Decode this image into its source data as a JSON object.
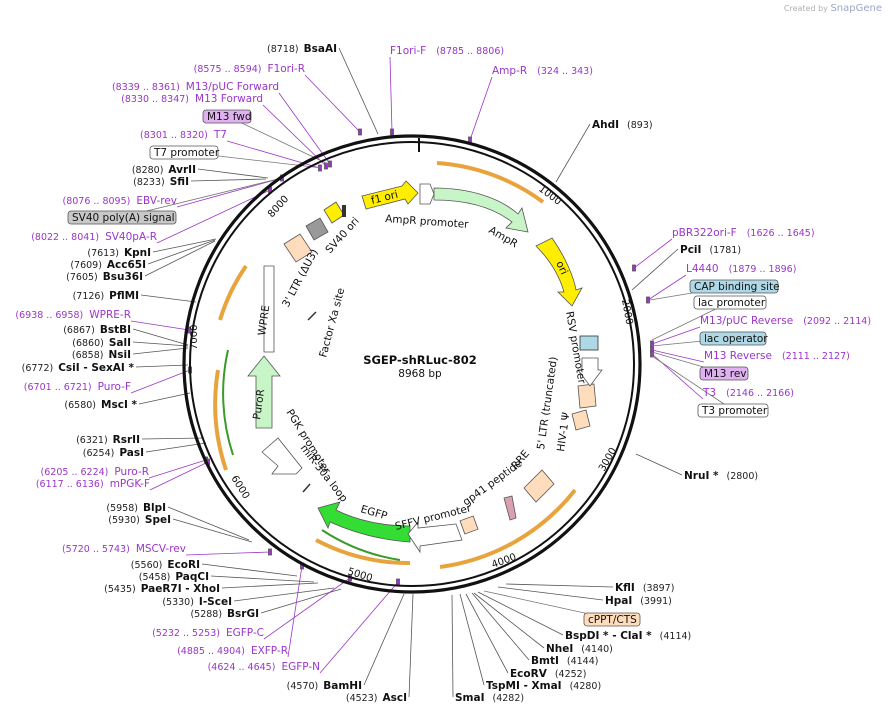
{
  "watermark": {
    "prefix": "Created by",
    "brand": "SnapGene"
  },
  "map": {
    "name": "SGEP-shRLuc-802",
    "length": "8968 bp"
  },
  "ticks": [
    "1000",
    "2000",
    "3000",
    "4000",
    "5000",
    "6000",
    "7000",
    "8000"
  ],
  "enzymes": [
    {
      "pos": "(8718)",
      "name": "BsaAI"
    },
    {
      "pos": "(893)",
      "name": "AhdI"
    },
    {
      "pos": "(1781)",
      "name": "PciI"
    },
    {
      "pos": "(2800)",
      "name": "NruI *"
    },
    {
      "pos": "(3897)",
      "name": "KflI"
    },
    {
      "pos": "(3991)",
      "name": "HpaI"
    },
    {
      "pos": "(4114)",
      "name": "BspDI * - ClaI *"
    },
    {
      "pos": "(4140)",
      "name": "NheI"
    },
    {
      "pos": "(4144)",
      "name": "BmtI"
    },
    {
      "pos": "(4252)",
      "name": "EcoRV"
    },
    {
      "pos": "(4280)",
      "name": "TspMI - XmaI"
    },
    {
      "pos": "(4282)",
      "name": "SmaI"
    },
    {
      "pos": "(4523)",
      "name": "AscI"
    },
    {
      "pos": "(4570)",
      "name": "BamHI"
    },
    {
      "pos": "(5288)",
      "name": "BsrGI"
    },
    {
      "pos": "(5330)",
      "name": "I-SceI"
    },
    {
      "pos": "(5435)",
      "name": "PaeR7I - XhoI"
    },
    {
      "pos": "(5458)",
      "name": "PaqCI"
    },
    {
      "pos": "(5560)",
      "name": "EcoRI"
    },
    {
      "pos": "(5930)",
      "name": "SpeI"
    },
    {
      "pos": "(5958)",
      "name": "BlpI"
    },
    {
      "pos": "(6254)",
      "name": "PasI"
    },
    {
      "pos": "(6321)",
      "name": "RsrII"
    },
    {
      "pos": "(6580)",
      "name": "MscI *"
    },
    {
      "pos": "(6772)",
      "name": "CsiI - SexAI *"
    },
    {
      "pos": "(6858)",
      "name": "NsiI"
    },
    {
      "pos": "(6860)",
      "name": "SalI"
    },
    {
      "pos": "(6867)",
      "name": "BstBI"
    },
    {
      "pos": "(7126)",
      "name": "PflMI"
    },
    {
      "pos": "(7605)",
      "name": "Bsu36I"
    },
    {
      "pos": "(7609)",
      "name": "Acc65I"
    },
    {
      "pos": "(7613)",
      "name": "KpnI"
    },
    {
      "pos": "(8233)",
      "name": "SfiI"
    },
    {
      "pos": "(8280)",
      "name": "AvrII"
    }
  ],
  "primers": [
    {
      "name": "F1ori-F",
      "range": "(8785 .. 8806)"
    },
    {
      "name": "Amp-R",
      "range": "(324 .. 343)"
    },
    {
      "name": "F1ori-R",
      "range": "(8575 .. 8594)"
    },
    {
      "name": "M13/pUC Forward",
      "range": "(8339 .. 8361)"
    },
    {
      "name": "M13 Forward",
      "range": "(8330 .. 8347)"
    },
    {
      "name": "T7",
      "range": "(8301 .. 8320)"
    },
    {
      "name": "EBV-rev",
      "range": "(8076 .. 8095)"
    },
    {
      "name": "SV40pA-R",
      "range": "(8022 .. 8041)"
    },
    {
      "name": "pBR322ori-F",
      "range": "(1626 .. 1645)"
    },
    {
      "name": "L4440",
      "range": "(1879 .. 1896)"
    },
    {
      "name": "M13/pUC Reverse",
      "range": "(2092 .. 2114)"
    },
    {
      "name": "M13 Reverse",
      "range": "(2111 .. 2127)"
    },
    {
      "name": "T3",
      "range": "(2146 .. 2166)"
    },
    {
      "name": "WPRE-R",
      "range": "(6938 .. 6958)"
    },
    {
      "name": "Puro-F",
      "range": "(6701 .. 6721)"
    },
    {
      "name": "Puro-R",
      "range": "(6205 .. 6224)"
    },
    {
      "name": "mPGK-F",
      "range": "(6117 .. 6136)"
    },
    {
      "name": "MSCV-rev",
      "range": "(5720 .. 5743)"
    },
    {
      "name": "EGFP-C",
      "range": "(5232 .. 5253)"
    },
    {
      "name": "EXFP-R",
      "range": "(4885 .. 4904)"
    },
    {
      "name": "EGFP-N",
      "range": "(4624 .. 4645)"
    }
  ],
  "boxes": {
    "m13fwd": "M13 fwd",
    "t7promoter": "T7 promoter",
    "sv40polya": "SV40 poly(A) signal",
    "cap": "CAP binding site",
    "lacpromoter": "lac promoter",
    "lacoperator": "lac operator",
    "m13rev": "M13 rev",
    "t3promoter": "T3 promoter",
    "cppt": "cPPT/CTS"
  },
  "features": {
    "f1ori": "f1 ori",
    "amppromoter": "AmpR promoter",
    "ampr": "AmpR",
    "ori": "ori",
    "sv40ori": "SV40 ori",
    "ltr3": "3' LTR (ΔU3)",
    "wpre": "WPRE",
    "factorxa": "Factor Xa site",
    "purор": "PuroR",
    "pgk": "PGK promoter",
    "mir30a": "miR-30a loop",
    "egfp": "EGFP",
    "sffv": "SFFV promoter",
    "gp41": "gp41 peptide",
    "rre": "RRE",
    "ltr5": "5' LTR (truncated)",
    "hiv": "HIV-1 Ψ",
    "rsv": "RSV promoter"
  },
  "colors": {
    "primer": "#9b35c9",
    "orange_arc": "#e8a33d",
    "ampr_fill": "#c8f5c8",
    "ori_fill": "#ffee00",
    "egfp_fill": "#33dd33",
    "ltr_fill": "#ffdcbc",
    "cap_fill": "#aed8e6"
  }
}
